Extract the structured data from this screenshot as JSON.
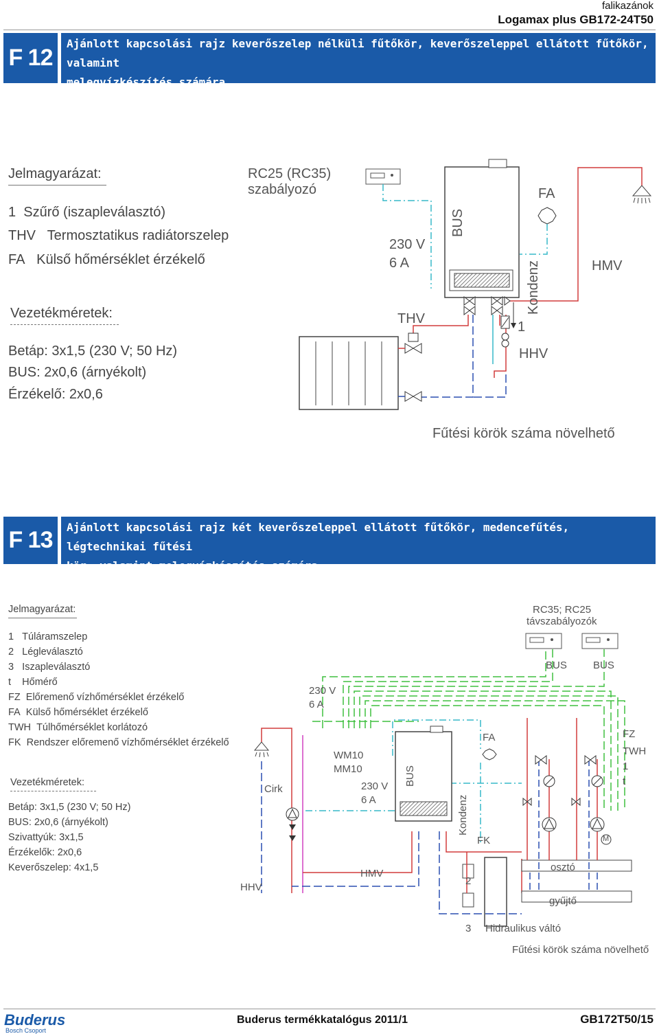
{
  "header": {
    "category": "falikazánok",
    "product": "Logamax plus GB172-24T50"
  },
  "f12": {
    "code": "F 12",
    "title_line1": "Ajánlott kapcsolási rajz keverőszelep nélküli fűtőkör, keverőszeleppel ellátott fűtőkör, valamint",
    "title_line2": "melegvízkészítés számára",
    "legend_heading": "Jelmagyarázat:",
    "legend": [
      {
        "key": "1",
        "text": "Szűrő (iszapleválasztó)"
      },
      {
        "key": "THV",
        "text": "Termosztatikus radiátorszelep"
      },
      {
        "key": "FA",
        "text": "Külső hőmérséklet érzékelő"
      }
    ],
    "wire_heading": "Vezetékméretek:",
    "wires": [
      "Betáp: 3x1,5 (230 V; 50 Hz)",
      "BUS: 2x0,6 (árnyékolt)",
      "Érzékelő: 2x0,6"
    ],
    "diagram": {
      "controller": "RC25 (RC35)",
      "controller2": "szabályozó",
      "power1": "230 V",
      "power2": "6 A",
      "bus": "BUS",
      "fa": "FA",
      "kondenz": "Kondenz",
      "hmv": "HMV",
      "thv": "THV",
      "one": "1",
      "hhv": "HHV",
      "note": "Fűtési körök száma növelhető"
    }
  },
  "f13": {
    "code": "F 13",
    "title_line1": "Ajánlott kapcsolási rajz két keverőszeleppel ellátott fűtőkör, medencefűtés, légtechnikai fűtési",
    "title_line2": "kör, valamint melegvízkészítés számára",
    "legend_heading": "Jelmagyarázat:",
    "legend": [
      {
        "key": "1",
        "text": "Túláramszelep"
      },
      {
        "key": "2",
        "text": "Légleválasztó"
      },
      {
        "key": "3",
        "text": "Iszapleválasztó"
      },
      {
        "key": "t",
        "text": "Hőmérő"
      },
      {
        "key": "FZ",
        "text": "Előremenő vízhőmérséklet érzékelő"
      },
      {
        "key": "FA",
        "text": "Külső hőmérséklet érzékelő"
      },
      {
        "key": "TWH",
        "text": "Túlhőmérséklet korlátozó"
      },
      {
        "key": "FK",
        "text": "Rendszer előremenő vízhőmérséklet érzékelő"
      }
    ],
    "wire_heading": "Vezetékméretek:",
    "wires": [
      "Betáp: 3x1,5 (230 V; 50 Hz)",
      "BUS: 2x0,6 (árnyékolt)",
      "Szivattyúk: 3x1,5",
      "Érzékelők: 2x0,6",
      "Keverőszelep: 4x1,5"
    ],
    "diagram": {
      "controllers1": "RC35; RC25",
      "controllers2": "távszabályozók",
      "bus_a": "BUS",
      "bus_b": "BUS",
      "power1": "230 V",
      "power2": "6 A",
      "wm": "WM10",
      "mm": "MM10",
      "power3": "230 V",
      "power4": "6 A",
      "bus_boiler": "BUS",
      "fa": "FA",
      "fz": "FZ",
      "twh": "TWH",
      "one": "1",
      "t": "t",
      "cirk": "Cirk",
      "kondenz": "Kondenz",
      "fk": "FK",
      "m": "M",
      "oszto": "osztó",
      "gyujto": "gyűjtő",
      "two": "2",
      "three": "3",
      "hidraulikus": "Hidraulikus váltó",
      "hmv": "HMV",
      "hhv": "HHV",
      "note": "Fűtési körök száma növelhető"
    }
  },
  "footer": {
    "brand": "Buderus",
    "brand_sub": "Bosch Csoport",
    "catalog": "Buderus termékkatalógus 2011/1",
    "page": "GB172T50/15"
  },
  "colors": {
    "accent": "#1a5aa8",
    "red": "#d23c3c",
    "blue": "#2a4fb0",
    "green": "#3fbf3f",
    "cyan": "#36b8c8",
    "magenta": "#d040c0"
  }
}
